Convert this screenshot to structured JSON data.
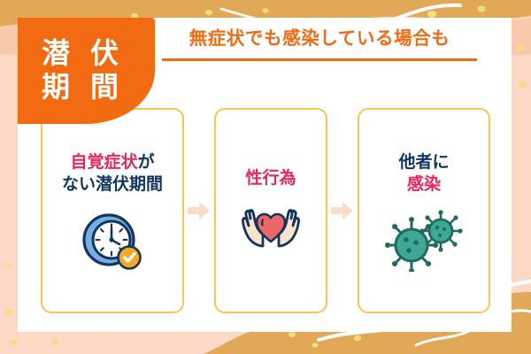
{
  "document": {
    "title": "潜伏期間",
    "language": "ja"
  },
  "badge": {
    "name": "incubation-period-badge",
    "lines": [
      "潜 伏",
      "期 間"
    ],
    "background_color": "#f26a11",
    "text_color": "#ffffff"
  },
  "headline": {
    "text": "無症状でも感染している場合も",
    "color": "#f26a11",
    "rule_color": "#f26a11"
  },
  "cards": [
    {
      "id": "card-latent-period",
      "title_parts": [
        {
          "text": "自覚症状",
          "color": "#e8265c"
        },
        {
          "text": "が",
          "color": "#11355f"
        }
      ],
      "title_line2": [
        {
          "text": "ない潜伏期間",
          "color": "#11355f"
        }
      ],
      "icon": "clock-with-check-icon",
      "border_color": "#fbc351"
    },
    {
      "id": "card-sexual-activity",
      "title_parts": [
        {
          "text": "性行為",
          "color": "#e8265c"
        }
      ],
      "title_line2": [],
      "icon": "hands-holding-heart-icon",
      "border_color": "#fbc351"
    },
    {
      "id": "card-infect-others",
      "title_parts": [
        {
          "text": "他者に",
          "color": "#11355f"
        }
      ],
      "title_line2": [
        {
          "text": "感染",
          "color": "#e8265c"
        }
      ],
      "icon": "virus-icon",
      "border_color": "#fbc351"
    }
  ],
  "arrows": [
    {
      "name": "arrow-card1-to-card2",
      "glyph": "right-arrow-icon",
      "color": "#fbdcc9"
    },
    {
      "name": "arrow-card2-to-card3",
      "glyph": "right-arrow-icon",
      "color": "#fbdcc9"
    }
  ],
  "palette": {
    "page_background": "#fbd9c4",
    "panel_background": "#ffffff",
    "accent_orange": "#f26a11",
    "accent_gold": "#e0a857",
    "accent_pink": "#e8265c",
    "accent_navy": "#11355f",
    "card_border": "#fbc351",
    "clock_body": "#79aee0",
    "clock_check": "#f7a823",
    "heart": "#ef6668",
    "hand_skin": "#fbe4cd",
    "virus": "#3fa894",
    "virus_outline": "#1f6b63",
    "dots": "#efe07a"
  }
}
